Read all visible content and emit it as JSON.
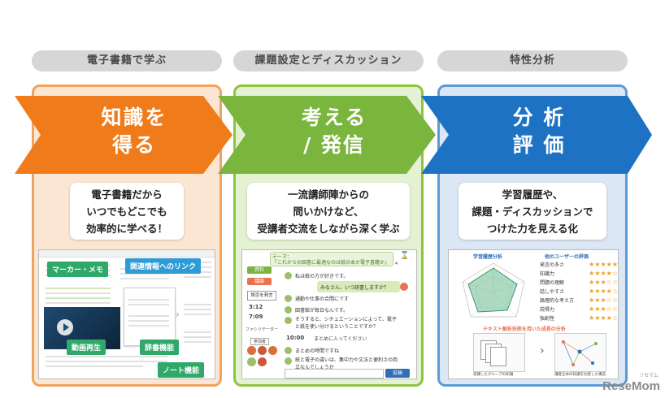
{
  "headers": [
    "電子書籍で学ぶ",
    "課題設定とディスカッション",
    "特性分析"
  ],
  "arrows": [
    {
      "line1": "知識を",
      "line2": "得る"
    },
    {
      "line1": "考える",
      "line2": "/ 発信"
    },
    {
      "line1": "分 析",
      "line2": "評 価"
    }
  ],
  "descriptions": [
    [
      "電子書籍だから",
      "いつでもどこでも",
      "効率的に学べる！"
    ],
    [
      "一流講師陣からの",
      "問いかけなど、",
      "受講者交流をしながら深く学ぶ"
    ],
    [
      "学習履歴や、",
      "課題・ディスカッションで",
      "つけた力を見える化"
    ]
  ],
  "ebook_tags": {
    "marker": "マーカー・メモ",
    "related": "関連情報へのリンク",
    "video": "動画再生",
    "dictionary": "辞書機能",
    "notes": "ノート機能"
  },
  "discussion": {
    "theme_label": "テーマ：",
    "theme": "『これからの図書に最適なのは紙の本か電子書籍か』",
    "user_count": "4",
    "user_count_unit": "",
    "side_buttons": [
      "資料",
      "議論"
    ],
    "speech_button": "賛否を発言",
    "stats": [
      {
        "time": "3:12"
      },
      {
        "time": "7:09"
      }
    ],
    "label_facilitator": "ファシリテーター",
    "label_participants": "参加者",
    "messages": [
      "私は紙の方が好きです。",
      "みなさん、いつ読書しますか？",
      "通勤や仕事の合間にです",
      "図書館が毎日なんです。",
      "そうすると、シチュエーションによって、電子と紙を使い分けるということですか？"
    ],
    "time_marker": "10:00",
    "divider_text": "まとめに入ってください",
    "summary_messages": [
      "まとめの時間ですね",
      "紙と電子の違いは、集中力や文法と便利さの両立なんでしょうか"
    ],
    "post_button": "投稿"
  },
  "analysis": {
    "radar_title": "学習履歴分析",
    "rating_title": "他のユーザーの評価",
    "ratings": [
      {
        "label": "発言の多さ",
        "stars": 5
      },
      {
        "label": "知識力",
        "stars": 4
      },
      {
        "label": "問題の理解",
        "stars": 3
      },
      {
        "label": "話しやすさ",
        "stars": 4
      },
      {
        "label": "論理的な考え方",
        "stars": 3
      },
      {
        "label": "説得力",
        "stars": 3
      },
      {
        "label": "独創性",
        "stars": 4
      }
    ],
    "bottom_title": "テキスト解析技術を用いた成長の分析",
    "before_label": "受講したグループの知識",
    "after_label": "講座全体の知識を比較した構造"
  },
  "logo": "ReseMom",
  "logo_sub": "リセマム",
  "colors": {
    "orange": "#f07b1b",
    "green": "#7ab53d",
    "blue": "#1e72c4"
  }
}
